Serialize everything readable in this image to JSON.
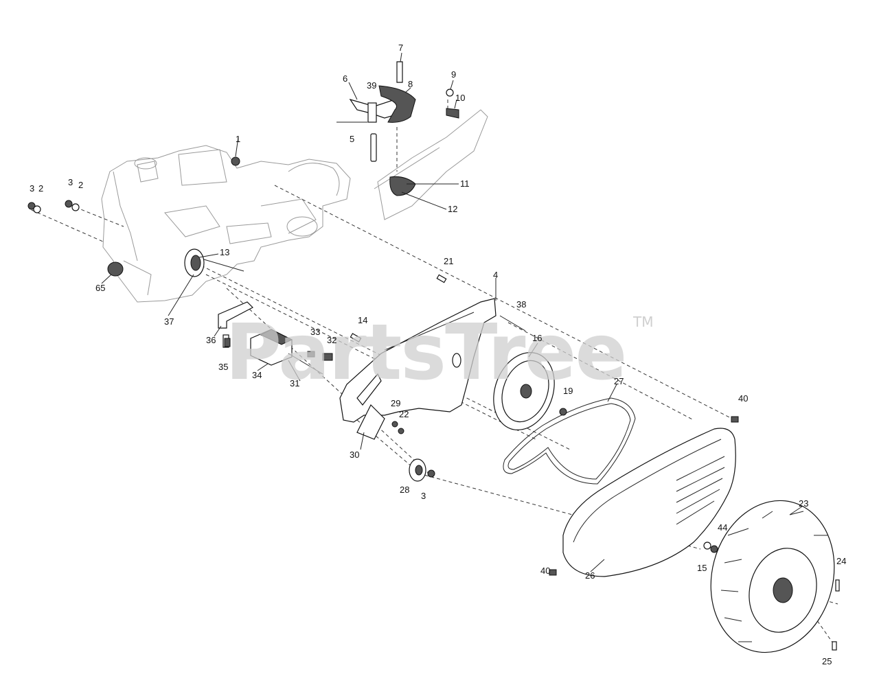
{
  "watermark": {
    "text": "PartsTree",
    "trademark": "TM"
  },
  "callouts": [
    {
      "id": "c1",
      "text": "1"
    },
    {
      "id": "c2a",
      "text": "2"
    },
    {
      "id": "c3a",
      "text": "3"
    },
    {
      "id": "c2b",
      "text": "2"
    },
    {
      "id": "c3b",
      "text": "3"
    },
    {
      "id": "c3c",
      "text": "3"
    },
    {
      "id": "c4",
      "text": "4"
    },
    {
      "id": "c5",
      "text": "5"
    },
    {
      "id": "c6",
      "text": "6"
    },
    {
      "id": "c7",
      "text": "7"
    },
    {
      "id": "c8",
      "text": "8"
    },
    {
      "id": "c9",
      "text": "9"
    },
    {
      "id": "c10",
      "text": "10"
    },
    {
      "id": "c11",
      "text": "11"
    },
    {
      "id": "c12",
      "text": "12"
    },
    {
      "id": "c13",
      "text": "13"
    },
    {
      "id": "c14",
      "text": "14"
    },
    {
      "id": "c15",
      "text": "15"
    },
    {
      "id": "c16",
      "text": "16"
    },
    {
      "id": "c19",
      "text": "19"
    },
    {
      "id": "c21",
      "text": "21"
    },
    {
      "id": "c22",
      "text": "22"
    },
    {
      "id": "c23",
      "text": "23"
    },
    {
      "id": "c24",
      "text": "24"
    },
    {
      "id": "c25",
      "text": "25"
    },
    {
      "id": "c26",
      "text": "26"
    },
    {
      "id": "c27",
      "text": "27"
    },
    {
      "id": "c28",
      "text": "28"
    },
    {
      "id": "c29",
      "text": "29"
    },
    {
      "id": "c30",
      "text": "30"
    },
    {
      "id": "c31",
      "text": "31"
    },
    {
      "id": "c32",
      "text": "32"
    },
    {
      "id": "c33",
      "text": "33"
    },
    {
      "id": "c34",
      "text": "34"
    },
    {
      "id": "c35",
      "text": "35"
    },
    {
      "id": "c36",
      "text": "36"
    },
    {
      "id": "c37",
      "text": "37"
    },
    {
      "id": "c38",
      "text": "38"
    },
    {
      "id": "c39",
      "text": "39"
    },
    {
      "id": "c40a",
      "text": "40"
    },
    {
      "id": "c40b",
      "text": "40"
    },
    {
      "id": "c44",
      "text": "44"
    },
    {
      "id": "c65",
      "text": "65"
    }
  ]
}
